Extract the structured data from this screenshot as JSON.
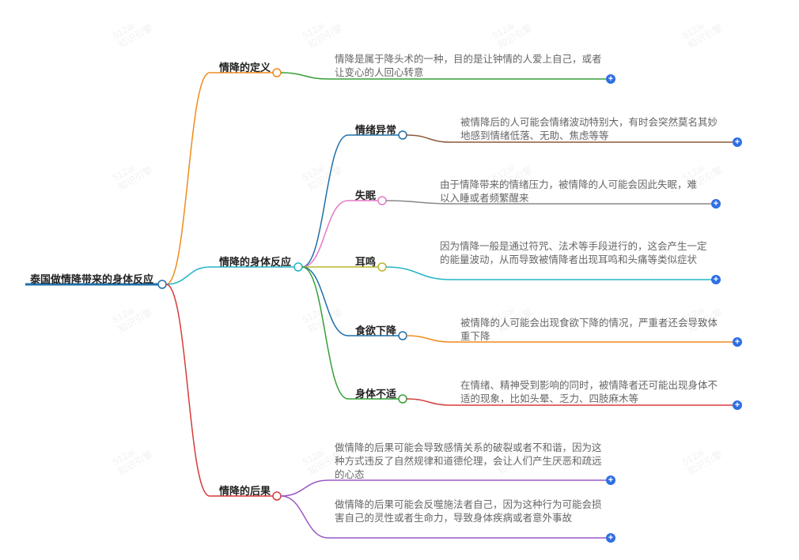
{
  "root": {
    "label": "泰国做情降带来的身体反应"
  },
  "branches": [
    {
      "id": "def",
      "label": "情降的定义",
      "color": "#f08a1c",
      "leaves": [
        {
          "text": "情降是属于降头术的一种，目的是让钟情的人爱上自己，或者让变心的人回心转意",
          "color": "#35a037"
        }
      ]
    },
    {
      "id": "body",
      "label": "情降的身体反应",
      "color": "#22b5c8",
      "children": [
        {
          "id": "mood",
          "label": "情绪异常",
          "color": "#1f6fa8",
          "leaf": {
            "text": "被情降后的人可能会情绪波动特别大，有时会突然莫名其妙地感到情绪低落、无助、焦虑等等",
            "color": "#8b5a3c"
          }
        },
        {
          "id": "sleep",
          "label": "失眠",
          "color": "#e57ac8",
          "leaf": {
            "text": "由于情降带来的情绪压力，被情降的人可能会因此失眠，难以入睡或者频繁醒来",
            "color": "#888888"
          }
        },
        {
          "id": "ear",
          "label": "耳鸣",
          "color": "#b8b82a",
          "leaf": {
            "text": "因为情降一般是通过符咒、法术等手段进行的，这会产生一定的能量波动，从而导致被情降者出现耳鸣和头痛等类似症状",
            "color": "#22b5c8"
          }
        },
        {
          "id": "appetite",
          "label": "食欲下降",
          "color": "#1f6fa8",
          "leaf": {
            "text": "被情降的人可能会出现食欲下降的情况，严重者还会导致体重下降",
            "color": "#f08a1c"
          }
        },
        {
          "id": "discomfort",
          "label": "身体不适",
          "color": "#35a037",
          "leaf": {
            "text": "在情绪、精神受到影响的同时，被情降者还可能出现身体不适的现象，比如头晕、乏力、四肢麻木等",
            "color": "#d83a3a"
          }
        }
      ]
    },
    {
      "id": "result",
      "label": "情降的后果",
      "color": "#d83a3a",
      "leaves": [
        {
          "text": "做情降的后果可能会导致感情关系的破裂或者不和谐，因为这种方式违反了自然规律和道德伦理，会让人们产生厌恶和疏远的心态",
          "color": "#9b59c4"
        },
        {
          "text": "做情降的后果可能会反噬施法者自己，因为这种行为可能会损害自己的灵性或者生命力，导致身体疾病或者意外事故",
          "color": "#9b59c4"
        }
      ]
    }
  ],
  "colors": {
    "root_line": "#1f6fa8",
    "expand_button": "#2f6fe4"
  },
  "expand_symbol": "+"
}
